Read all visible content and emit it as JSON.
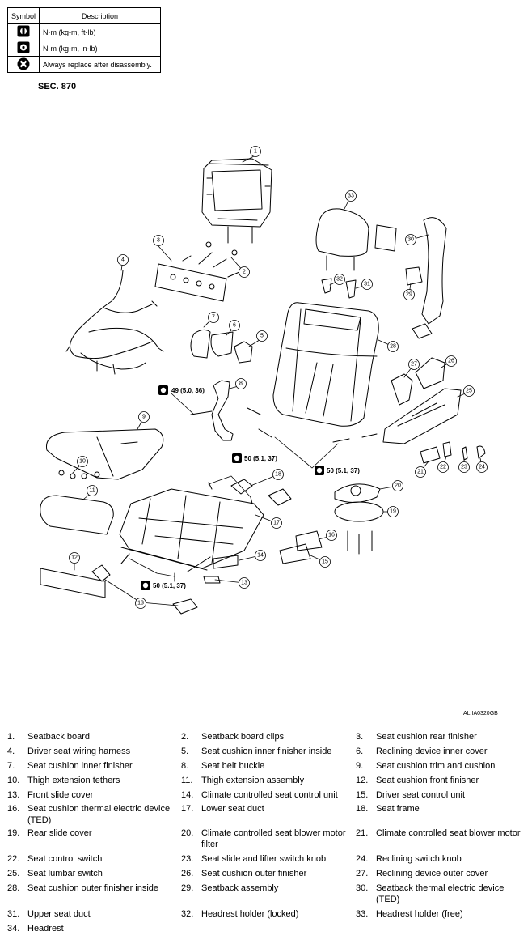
{
  "symbol_table": {
    "header_symbol": "Symbol",
    "header_description": "Description",
    "rows": [
      {
        "icon": "torque-wrench-icon",
        "description": "N·m (kg-m, ft-lb)"
      },
      {
        "icon": "torque-wrench-small-icon",
        "description": "N·m (kg-m, in-lb)"
      },
      {
        "icon": "always-replace-icon",
        "description": "Always replace after disassembly."
      }
    ]
  },
  "section": "SEC. 870",
  "figure_id": "ALIIA0320GB",
  "torque_callouts": [
    {
      "id": "t1",
      "text": "49 (5.0, 36)"
    },
    {
      "id": "t2",
      "text": "50 (5.1, 37)"
    },
    {
      "id": "t3",
      "text": "50 (5.1, 37)"
    },
    {
      "id": "t4",
      "text": "50 (5.1, 37)"
    }
  ],
  "part_numbers": [
    "1",
    "2",
    "3",
    "4",
    "5",
    "6",
    "7",
    "8",
    "9",
    "10",
    "11",
    "12",
    "13",
    "13",
    "14",
    "15",
    "16",
    "17",
    "18",
    "19",
    "20",
    "21",
    "22",
    "23",
    "24",
    "25",
    "26",
    "27",
    "28",
    "29",
    "30",
    "31",
    "32",
    "33",
    "34"
  ],
  "legend": [
    {
      "num": "1.",
      "label": "Seatback board"
    },
    {
      "num": "2.",
      "label": "Seatback board clips"
    },
    {
      "num": "3.",
      "label": "Seat cushion rear finisher"
    },
    {
      "num": "4.",
      "label": "Driver seat wiring harness"
    },
    {
      "num": "5.",
      "label": "Seat cushion inner finisher inside"
    },
    {
      "num": "6.",
      "label": "Reclining device inner cover"
    },
    {
      "num": "7.",
      "label": "Seat cushion inner finisher"
    },
    {
      "num": "8.",
      "label": "Seat belt buckle"
    },
    {
      "num": "9.",
      "label": "Seat cushion trim and cushion"
    },
    {
      "num": "10.",
      "label": "Thigh extension tethers"
    },
    {
      "num": "11.",
      "label": "Thigh extension assembly"
    },
    {
      "num": "12.",
      "label": "Seat cushion front finisher"
    },
    {
      "num": "13.",
      "label": "Front slide cover"
    },
    {
      "num": "14.",
      "label": "Climate controlled seat control unit"
    },
    {
      "num": "15.",
      "label": "Driver seat control unit"
    },
    {
      "num": "16.",
      "label": "Seat cushion thermal electric device (TED)"
    },
    {
      "num": "17.",
      "label": "Lower seat duct"
    },
    {
      "num": "18.",
      "label": "Seat frame"
    },
    {
      "num": "19.",
      "label": "Rear slide cover"
    },
    {
      "num": "20.",
      "label": "Climate controlled seat blower motor filter"
    },
    {
      "num": "21.",
      "label": "Climate controlled seat blower motor"
    },
    {
      "num": "22.",
      "label": "Seat control switch"
    },
    {
      "num": "23.",
      "label": "Seat slide and lifter switch knob"
    },
    {
      "num": "24.",
      "label": "Reclining switch knob"
    },
    {
      "num": "25.",
      "label": "Seat lumbar switch"
    },
    {
      "num": "26.",
      "label": "Seat cushion outer finisher"
    },
    {
      "num": "27.",
      "label": "Reclining device outer cover"
    },
    {
      "num": "28.",
      "label": "Seat cushion outer finisher inside"
    },
    {
      "num": "29.",
      "label": "Seatback assembly"
    },
    {
      "num": "30.",
      "label": "Seatback thermal electric device (TED)"
    },
    {
      "num": "31.",
      "label": "Upper seat duct"
    },
    {
      "num": "32.",
      "label": "Headrest holder (locked)"
    },
    {
      "num": "33.",
      "label": "Headrest holder (free)"
    },
    {
      "num": "34.",
      "label": "Headrest"
    }
  ]
}
